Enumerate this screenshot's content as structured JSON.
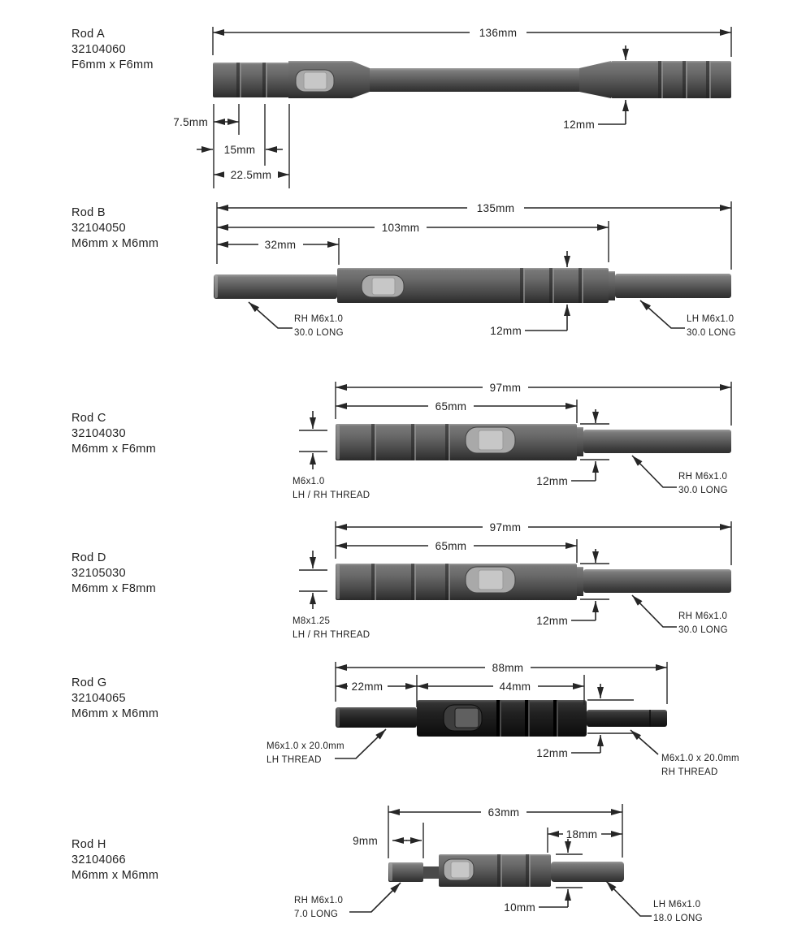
{
  "rods": [
    {
      "name": "Rod A",
      "part": "32104060",
      "threads": "F6mm x F6mm",
      "dim_overall": "136mm",
      "dim_groove1": "7.5mm",
      "dim_groove2": "15mm",
      "dim_groove3": "22.5mm",
      "dim_dia": "12mm"
    },
    {
      "name": "Rod B",
      "part": "32104050",
      "threads": "M6mm x M6mm",
      "dim_overall": "135mm",
      "dim_body": "103mm",
      "dim_left": "32mm",
      "dim_dia": "12mm",
      "leader_left_1": "RH M6x1.0",
      "leader_left_2": "30.0 LONG",
      "leader_right_1": "LH M6x1.0",
      "leader_right_2": "30.0 LONG"
    },
    {
      "name": "Rod C",
      "part": "32104030",
      "threads": "M6mm x F6mm",
      "dim_overall": "97mm",
      "dim_body": "65mm",
      "dim_dia": "12mm",
      "leader_left_1": "M6x1.0",
      "leader_left_2": "LH / RH THREAD",
      "leader_right_1": "RH M6x1.0",
      "leader_right_2": "30.0 LONG"
    },
    {
      "name": "Rod D",
      "part": "32105030",
      "threads": "M6mm x F8mm",
      "dim_overall": "97mm",
      "dim_body": "65mm",
      "dim_dia": "12mm",
      "leader_left_1": "M8x1.25",
      "leader_left_2": "LH / RH THREAD",
      "leader_right_1": "RH M6x1.0",
      "leader_right_2": "30.0 LONG"
    },
    {
      "name": "Rod G",
      "part": "32104065",
      "threads": "M6mm x M6mm",
      "dim_overall": "88mm",
      "dim_left": "22mm",
      "dim_body": "44mm",
      "dim_dia": "12mm",
      "leader_left_1": "M6x1.0 x 20.0mm",
      "leader_left_2": "LH THREAD",
      "leader_right_1": "M6x1.0 x 20.0mm",
      "leader_right_2": "RH THREAD"
    },
    {
      "name": "Rod H",
      "part": "32104066",
      "threads": "M6mm x M6mm",
      "dim_overall": "63mm",
      "dim_left": "9mm",
      "dim_right": "18mm",
      "dim_dia": "10mm",
      "leader_left_1": "RH M6x1.0",
      "leader_left_2": "7.0 LONG",
      "leader_right_1": "LH M6x1.0",
      "leader_right_2": "18.0 LONG"
    }
  ]
}
